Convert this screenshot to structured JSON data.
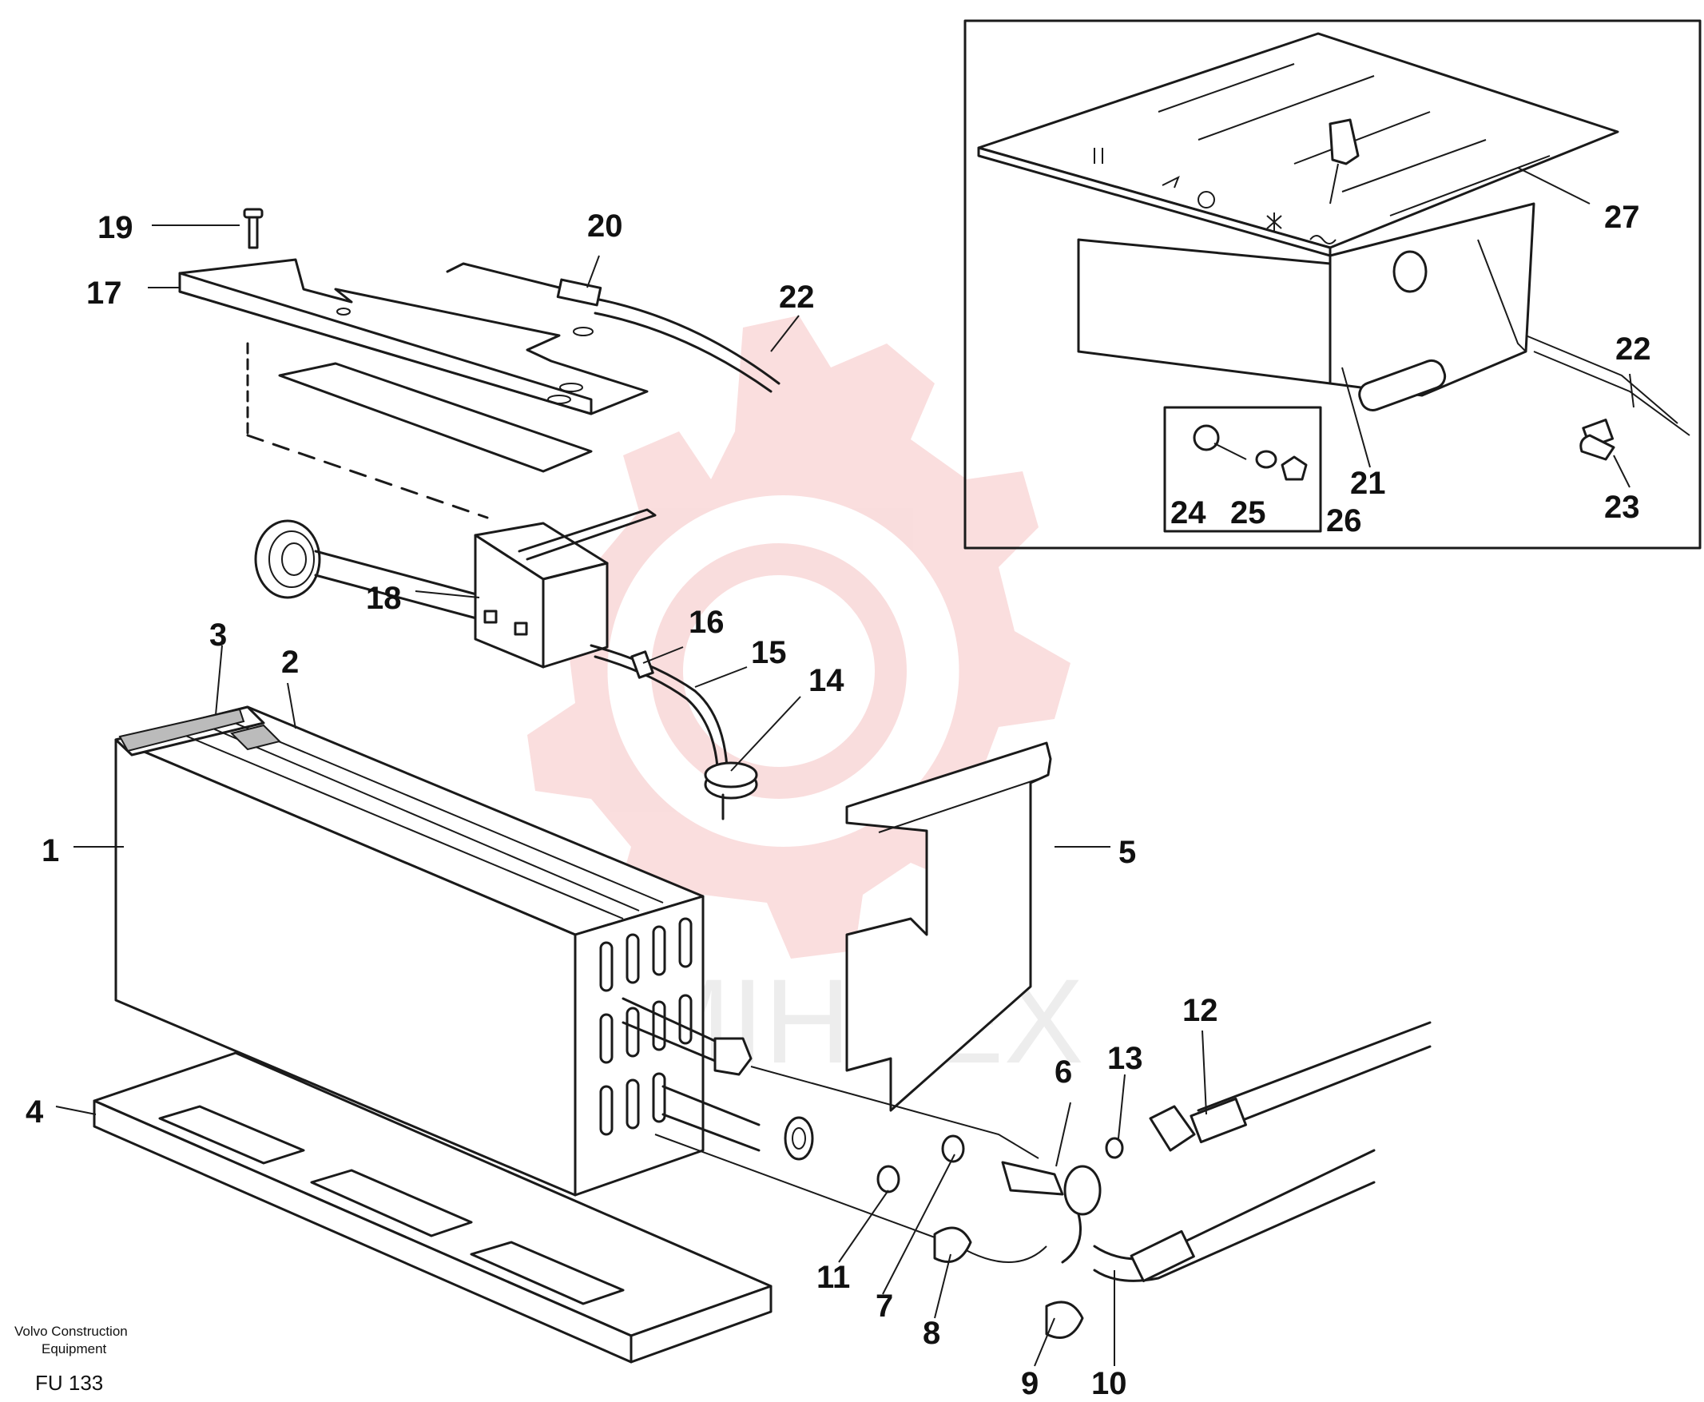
{
  "footer": {
    "brand_line1": "Volvo Construction",
    "brand_line2": "Equipment",
    "code": "FU 133"
  },
  "watermark": {
    "text": "MIHTEX",
    "color": "#f0a0a0"
  },
  "part_numbers": [
    "1",
    "2",
    "3",
    "4",
    "5",
    "6",
    "7",
    "8",
    "9",
    "10",
    "11",
    "12",
    "13",
    "14",
    "15",
    "16",
    "17",
    "18",
    "19",
    "20",
    "21",
    "22",
    "22",
    "23",
    "24",
    "25",
    "26",
    "27"
  ],
  "icons": [
    "frame-icon",
    "arrows-up-icon",
    "arrow-icon",
    "recirculation-icon",
    "snowflake-icon",
    "defrost-icon"
  ]
}
